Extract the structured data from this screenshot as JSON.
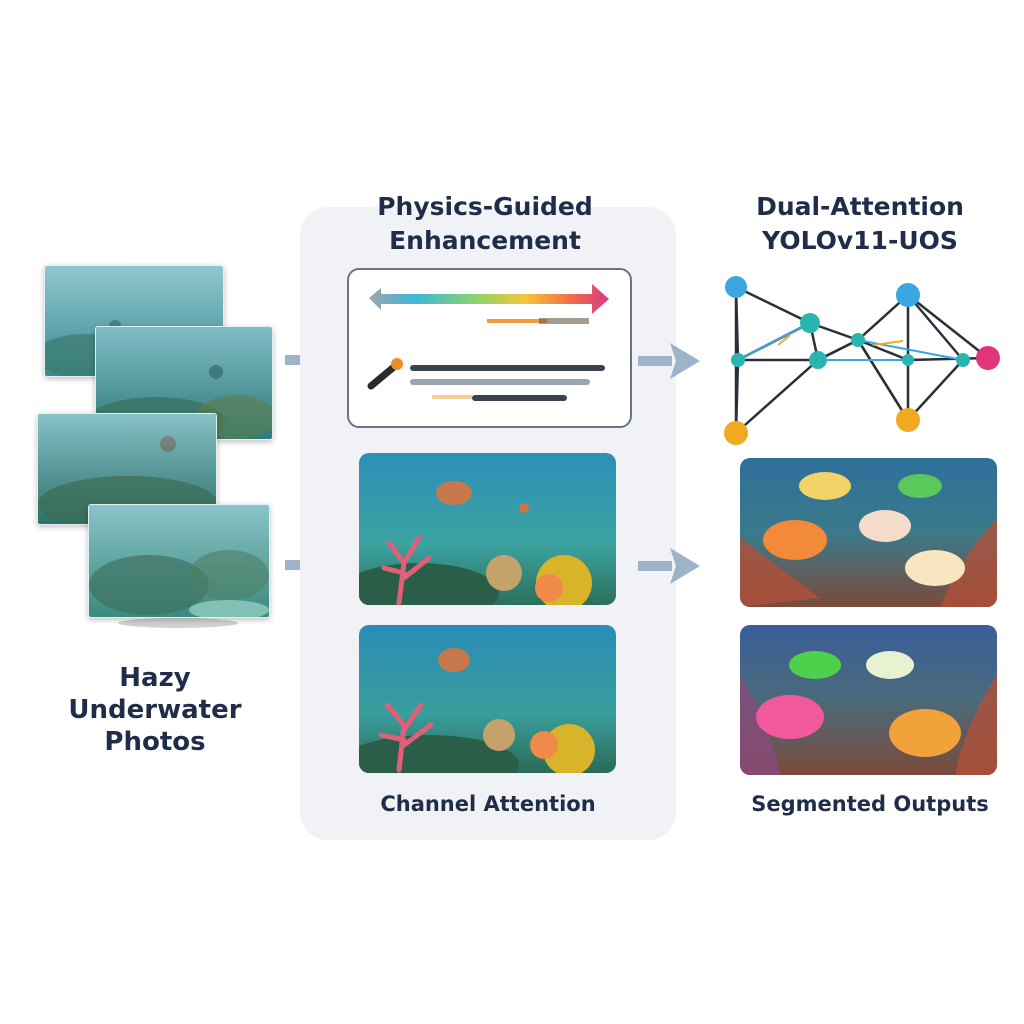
{
  "labels": {
    "input": [
      "Hazy",
      "Underwater",
      "Photos"
    ],
    "enhancement": [
      "Physics-Guided",
      "Enhancement"
    ],
    "detector": [
      "Dual-Attention",
      "YOLOv11-UOS"
    ],
    "channel_attention": "Channel Attention",
    "segmented_outputs": "Segmented Outputs"
  },
  "colors": {
    "title": "#1f2d4a",
    "panel_background": "#f0f2f5",
    "arrow": "#9fb3c8",
    "node_blue": "#3aa8e0",
    "node_teal": "#2bb5b0",
    "node_orange": "#f2a922",
    "node_pink": "#e0357a"
  },
  "icons": [
    "gradient-spectrum-arrow",
    "pipette-icon",
    "neural-network-graph"
  ]
}
